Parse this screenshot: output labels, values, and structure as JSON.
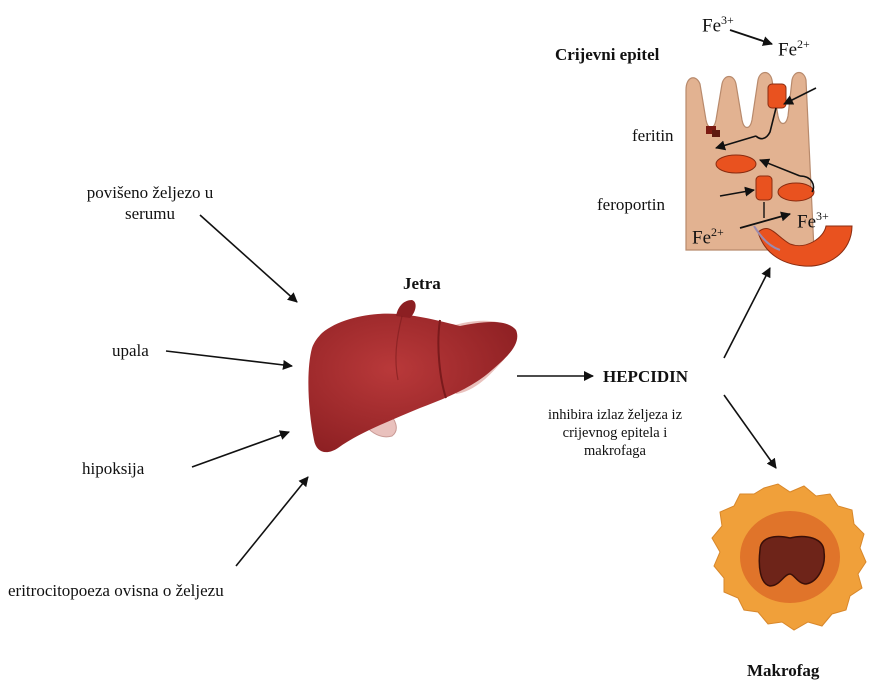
{
  "inputs": {
    "serum_iron": "povišeno željezo u serumu",
    "inflammation": "upala",
    "hypoxia": "hipoksija",
    "erythropoiesis": "eritrocitopoeza ovisna o željezu"
  },
  "liver": {
    "label": "Jetra"
  },
  "hepcidin": {
    "label": "HEPCIDIN",
    "effect": "inhibira izlaz željeza iz crijevnog epitela i makrofaga"
  },
  "intestine": {
    "title": "Crijevni epitel",
    "ferritin": "feritin",
    "ferroportin": "feroportin",
    "fe_top_left": {
      "base": "Fe",
      "charge": "3+"
    },
    "fe_top_right": {
      "base": "Fe",
      "charge": "2+"
    },
    "fe_bottom_left": {
      "base": "Fe",
      "charge": "2+"
    },
    "fe_bottom_right": {
      "base": "Fe",
      "charge": "3+"
    }
  },
  "macrophage": {
    "label": "Makrofag"
  },
  "colors": {
    "liver": "#a4282a",
    "liver_light": "#e9c1bd",
    "epithelium": "#e2b291",
    "iron_orange": "#e9521f",
    "macrophage_outer": "#f0a03a",
    "macrophage_inner": "#e0742a",
    "nucleus": "#6e2419"
  }
}
